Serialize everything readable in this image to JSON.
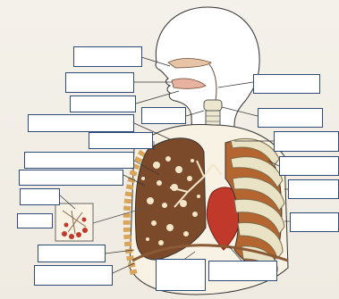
{
  "labels": [
    {
      "id": "L1",
      "text": ""
    },
    {
      "id": "L2",
      "text": ""
    },
    {
      "id": "L3",
      "text": ""
    },
    {
      "id": "L4",
      "text": ""
    },
    {
      "id": "L5",
      "text": ""
    },
    {
      "id": "L6",
      "text": ""
    },
    {
      "id": "L7",
      "text": ""
    },
    {
      "id": "L8",
      "text": ""
    },
    {
      "id": "L9",
      "text": ""
    },
    {
      "id": "L10",
      "text": ""
    },
    {
      "id": "L11",
      "text": ""
    },
    {
      "id": "L12",
      "text": ""
    },
    {
      "id": "R1",
      "text": ""
    },
    {
      "id": "R2",
      "text": ""
    },
    {
      "id": "R3",
      "text": ""
    },
    {
      "id": "R4",
      "text": ""
    },
    {
      "id": "R5",
      "text": ""
    },
    {
      "id": "R6",
      "text": ""
    },
    {
      "id": "R7",
      "text": ""
    },
    {
      "id": "B1",
      "text": ""
    },
    {
      "id": "B2",
      "text": ""
    }
  ],
  "colors": {
    "background": "#f1eee6",
    "box_border": "#2f4a78",
    "lung_tissue": "#7a4a2a",
    "lung_light": "#f3e6c8",
    "rib": "#e9e2c4",
    "heart": "#c0392b",
    "pleura": "#d9a55a",
    "alveoli": "#c0392b",
    "outline": "#333333"
  }
}
